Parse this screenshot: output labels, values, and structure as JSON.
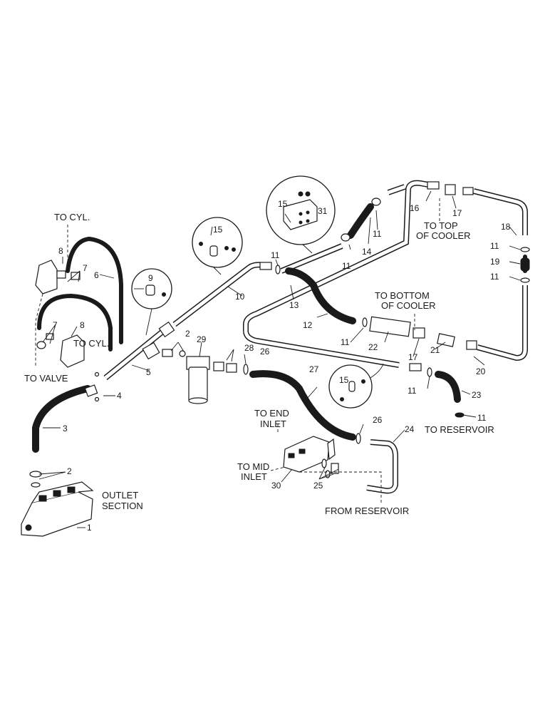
{
  "labels": {
    "to_cyl_top": "TO CYL.",
    "to_cyl_mid": "TO CYL.",
    "to_valve": "TO VALVE",
    "outlet_section_1": "OUTLET",
    "outlet_section_2": "SECTION",
    "to_top_of_cooler_1": "TO TOP",
    "to_top_of_cooler_2": "OF COOLER",
    "to_bottom_of_cooler_1": "TO BOTTOM",
    "to_bottom_of_cooler_2": "OF COOLER",
    "to_end_inlet_1": "TO END",
    "to_end_inlet_2": "INLET",
    "to_mid_inlet_1": "TO MID",
    "to_mid_inlet_2": "INLET",
    "to_reservoir": "TO RESERVOIR",
    "from_reservoir": "FROM RESERVOIR"
  },
  "callouts": {
    "c1": "1",
    "c2a": "2",
    "c2b": "2",
    "c3": "3",
    "c4": "4",
    "c5": "5",
    "c6": "6",
    "c7a": "7",
    "c7b": "7",
    "c8a": "8",
    "c8b": "8",
    "c9": "9",
    "c10": "10",
    "c11a": "11",
    "c11b": "11",
    "c11c": "11",
    "c11d": "11",
    "c11e": "11",
    "c11f": "11",
    "c11g": "11",
    "c11h": "11",
    "c12": "12",
    "c13": "13",
    "c14": "14",
    "c15a": "15",
    "c15b": "15",
    "c15c": "15",
    "c16": "16",
    "c17a": "17",
    "c17b": "17",
    "c18": "18",
    "c19": "19",
    "c20": "20",
    "c21": "21",
    "c22": "22",
    "c23": "23",
    "c24": "24",
    "c25": "25",
    "c26a": "26",
    "c26b": "26",
    "c27": "27",
    "c28": "28",
    "c29": "29",
    "c30": "30",
    "c31": "31"
  }
}
